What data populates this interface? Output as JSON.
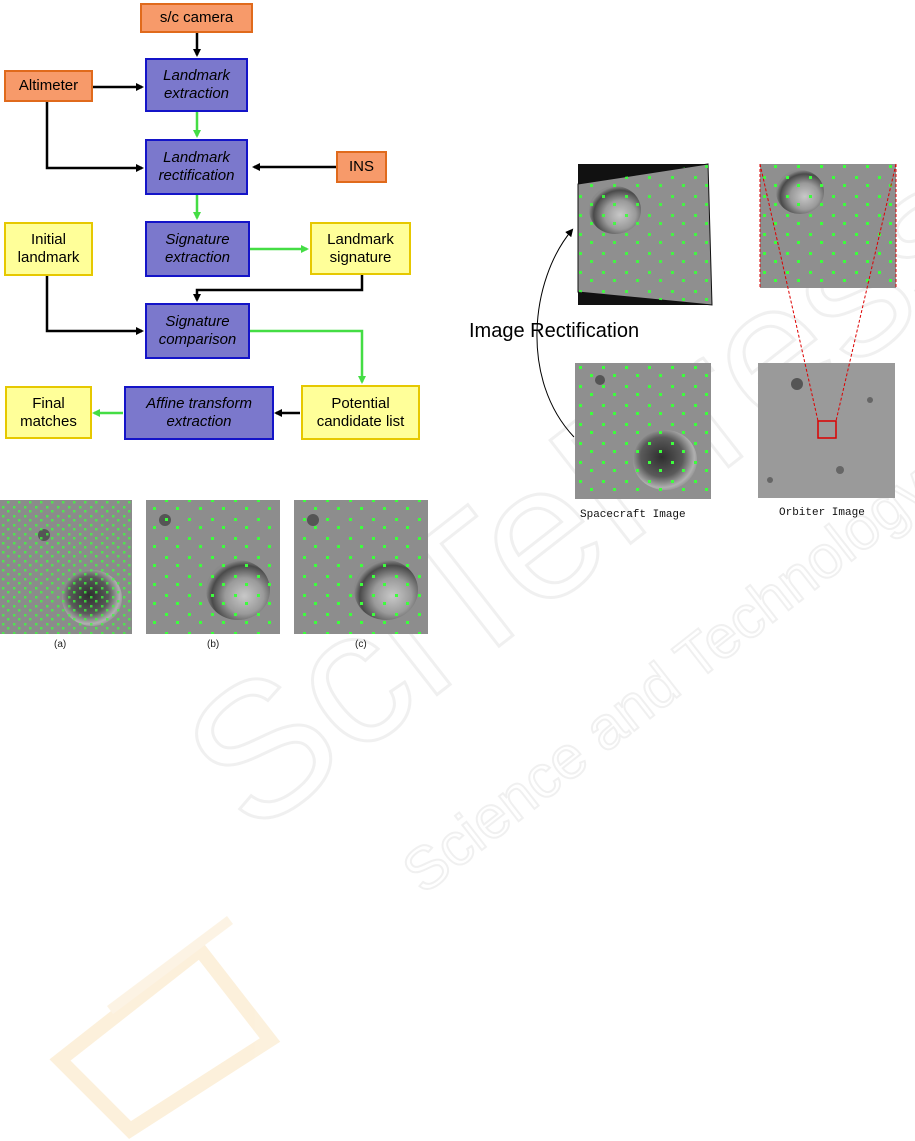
{
  "flowchart": {
    "nodes": {
      "camera": "s/c camera",
      "altimeter": "Altimeter",
      "landmark_extraction": "Landmark\nextraction",
      "landmark_rectification": "Landmark\nrectification",
      "ins": "INS",
      "signature_extraction": "Signature\nextraction",
      "landmark_signature": "Landmark\nsignature",
      "initial_landmark": "Initial\nlandmark",
      "signature_comparison": "Signature\ncomparison",
      "final_matches": "Final\nmatches",
      "affine_transform": "Affine transform\nextraction",
      "candidate_list": "Potential\ncandidate list"
    },
    "colors": {
      "orange": "#f79a6a",
      "blue": "#7b78cc",
      "yellow": "#ffff99",
      "green_arrow": "#44dd44",
      "black_arrow": "#000000"
    }
  },
  "panels": {
    "captions": [
      "(a)",
      "(b)",
      "(c)"
    ]
  },
  "rectification": {
    "title": "Image Rectification",
    "spacecraft_label": "Spacecraft Image",
    "orbiter_label": "Orbiter Image"
  },
  "watermark": {
    "title": "SciTePress",
    "subtitle": "Science and Technology Publications"
  }
}
